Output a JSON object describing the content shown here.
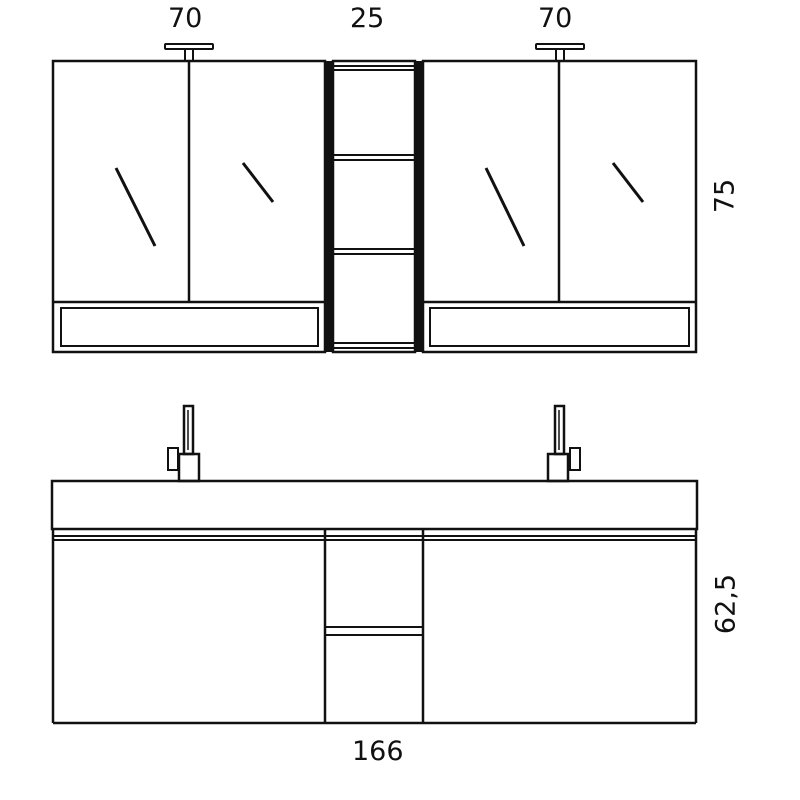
{
  "dimensions": {
    "top_left_width": "70",
    "top_center_width": "25",
    "top_right_width": "70",
    "upper_height": "75",
    "lower_height": "62,5",
    "total_width": "166"
  },
  "colors": {
    "line": "#111111",
    "background": "#ffffff"
  }
}
